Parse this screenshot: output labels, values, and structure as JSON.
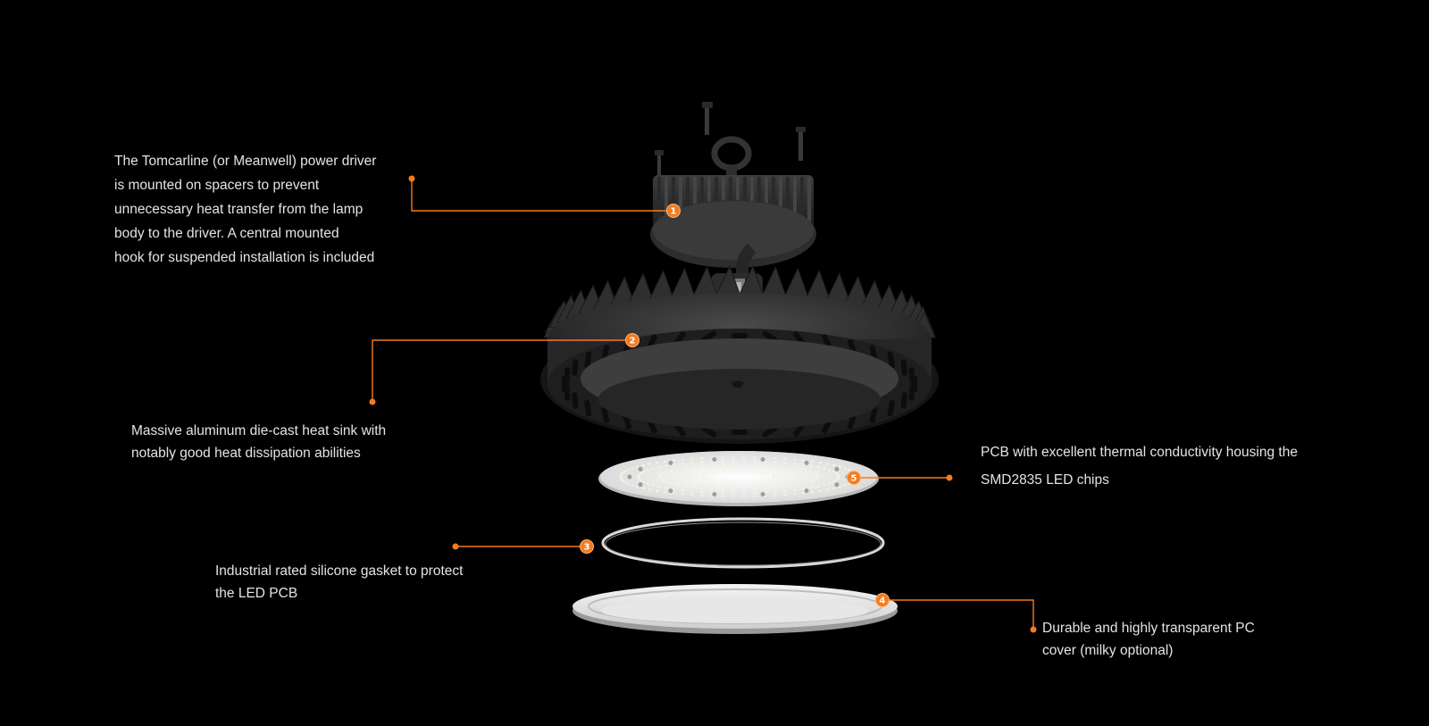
{
  "callouts": [
    {
      "number": "1",
      "lines": [
        "The Tomcarline (or Meanwell) power driver",
        "is mounted on spacers to prevent",
        "unnecessary heat transfer from the lamp",
        "body to the driver. A central mounted",
        "hook for suspended installation is included"
      ]
    },
    {
      "number": "2",
      "lines": [
        "Massive aluminum die-cast heat sink with",
        "notably good heat dissipation abilities"
      ]
    },
    {
      "number": "3",
      "lines": [
        "Industrial rated silicone gasket to protect",
        "the LED PCB"
      ]
    },
    {
      "number": "4",
      "lines": [
        "Durable and highly transparent PC",
        "cover (milky optional)"
      ]
    },
    {
      "number": "5",
      "lines": [
        "PCB with excellent thermal conductivity housing the",
        "SMD2835 LED chips"
      ]
    }
  ],
  "colors": {
    "background": "#000000",
    "accent": "#f47b20",
    "text": "#e4e4e4"
  }
}
